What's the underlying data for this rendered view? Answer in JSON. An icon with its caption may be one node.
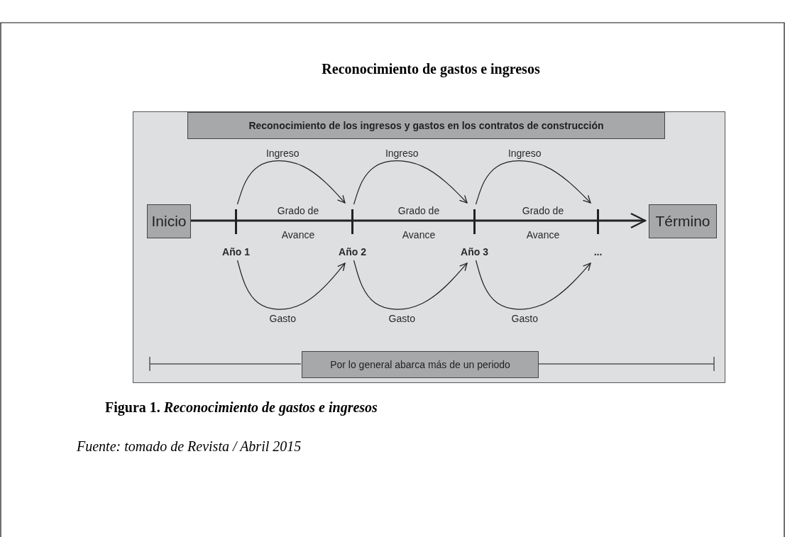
{
  "diagram": {
    "title": "Reconocimiento de gastos e ingresos",
    "caption": "Figura 1. *Reconocimiento de gastos e ingresos*",
    "nodes": [
      {
        "text": [],
        "shape": "box"
      },
      {
        "text": [
          "Reconocimiento de los ingresos y gastos en los contratos de construcción"
        ],
        "in": 0
      },
      {
        "text": [
          "Inicio"
        ],
        "in": 0
      },
      {
        "text": [
          "Término"
        ],
        "in": 0
      },
      {
        "text": [
          "Por lo general abarca más de un periodo"
        ],
        "in": 0
      },
      {
        "text": [],
        "shape": "bar",
        "in": 0,
        "beside": [
          "Año 1"
        ]
      },
      {
        "text": [],
        "shape": "bar",
        "in": 0,
        "beside": [
          "Año 2"
        ]
      },
      {
        "text": [],
        "shape": "bar",
        "in": 0,
        "beside": [
          "Año 3"
        ]
      },
      {
        "text": [],
        "shape": "bar",
        "in": 0,
        "beside": [
          "..."
        ]
      }
    ],
    "edges": [
      {
        "from": 2,
        "to": 3,
        "arrow": "to",
        "style": "thick"
      },
      {
        "from": 5,
        "to": 6,
        "arrow": "to",
        "label": "Ingreso"
      },
      {
        "from": 6,
        "to": 7,
        "arrow": "to",
        "label": "Ingreso"
      },
      {
        "from": 7,
        "to": 8,
        "arrow": "to",
        "label": "Ingreso"
      },
      {
        "from": 5,
        "to": 6,
        "arrow": "to",
        "label": "Gasto"
      },
      {
        "from": 6,
        "to": 7,
        "arrow": "to",
        "label": "Gasto"
      },
      {
        "from": 7,
        "to": 8,
        "arrow": "to",
        "label": "Gasto"
      }
    ],
    "labels": [
      "Grado de",
      "Avance",
      "Grado de",
      "Avance",
      "Grado de",
      "Avance",
      "Fuente: tomado de Revista / Abril 2015"
    ]
  }
}
